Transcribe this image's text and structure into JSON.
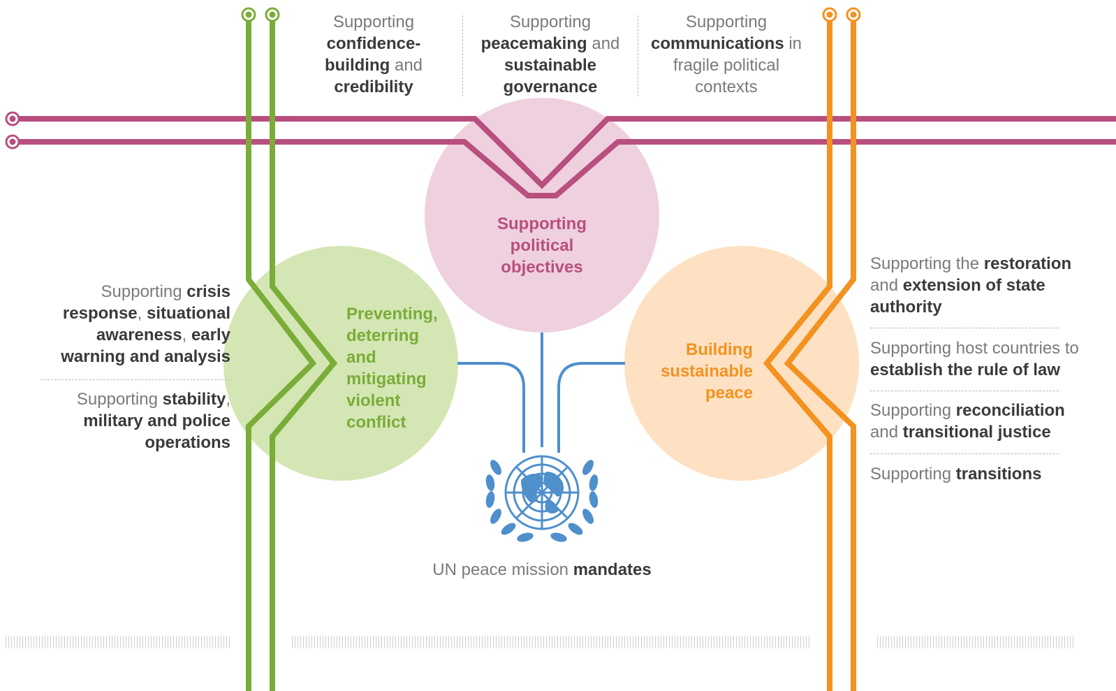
{
  "colors": {
    "green": "#7aac38",
    "pink": "#b84f7f",
    "orange": "#f39220",
    "blue": "#4f8fcc",
    "green_circle": "#d4e6b4",
    "pink_circle": "#efd0de",
    "orange_circle": "#fde1c2",
    "bold_text": "#3a3a3a",
    "light_text": "#7a7a7a"
  },
  "hubs": {
    "political": "Supporting political objectives",
    "preventing": "Preventing, deterring and mitigating violent conflict",
    "building": "Building sustainable peace"
  },
  "center": {
    "prefix": "UN peace mission",
    "bold": "mandates",
    "emblem_icon": "un-emblem-icon"
  },
  "top_items": [
    {
      "pre": "Supporting",
      "bold1": "confidence-building",
      "mid": "and",
      "bold2": "credibility"
    },
    {
      "pre": "Supporting",
      "bold1": "peacemaking",
      "mid": "and",
      "bold2": "sustainable governance"
    },
    {
      "pre": "Supporting",
      "bold1": "communications",
      "mid": "in fragile political contexts"
    }
  ],
  "left_items": [
    {
      "pre": "Supporting",
      "bold1": "crisis response",
      "mid": ",",
      "bold2": "situational awareness",
      "mid2": ",",
      "bold3": "early warning and analysis"
    },
    {
      "pre": "Supporting",
      "bold1": "stability",
      "mid": ",",
      "bold2": "military and police operations"
    }
  ],
  "right_items": [
    {
      "pre": "Supporting the",
      "bold1": "restoration",
      "mid": "and",
      "bold2": "extension of state authority"
    },
    {
      "pre": "Supporting host countries to",
      "bold1": "establish the rule of law"
    },
    {
      "pre": "Supporting",
      "bold1": "reconciliation",
      "mid": "and",
      "bold2": "transitional justice"
    },
    {
      "pre": "Supporting",
      "bold1": "transitions"
    }
  ]
}
